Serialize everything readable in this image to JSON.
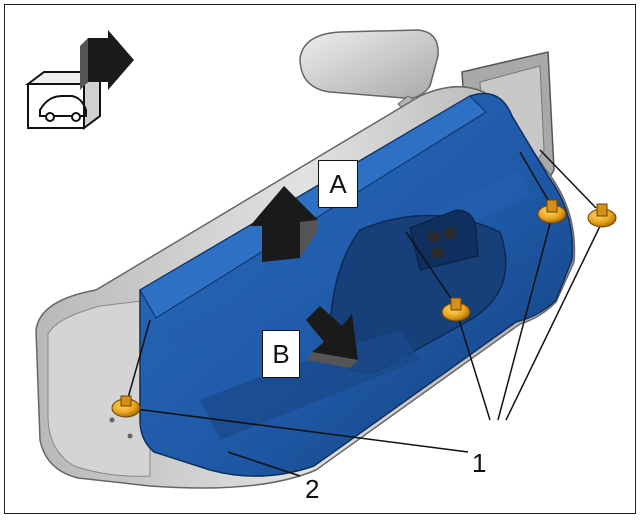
{
  "diagram": {
    "labels": {
      "direction_a": "A",
      "direction_b": "B",
      "part_1": "1",
      "part_2": "2"
    },
    "colors": {
      "door_panel": "#1f5aa8",
      "door_panel_dark": "#123d78",
      "door_shell": "#c9c9c9",
      "mirror": "#d9d9d9",
      "clip": "#e7a21c",
      "arrow": "#111111"
    },
    "icons": [
      "vehicle-view-icon",
      "arrow-up-icon",
      "arrow-right-down-icon",
      "clip-icon"
    ]
  }
}
